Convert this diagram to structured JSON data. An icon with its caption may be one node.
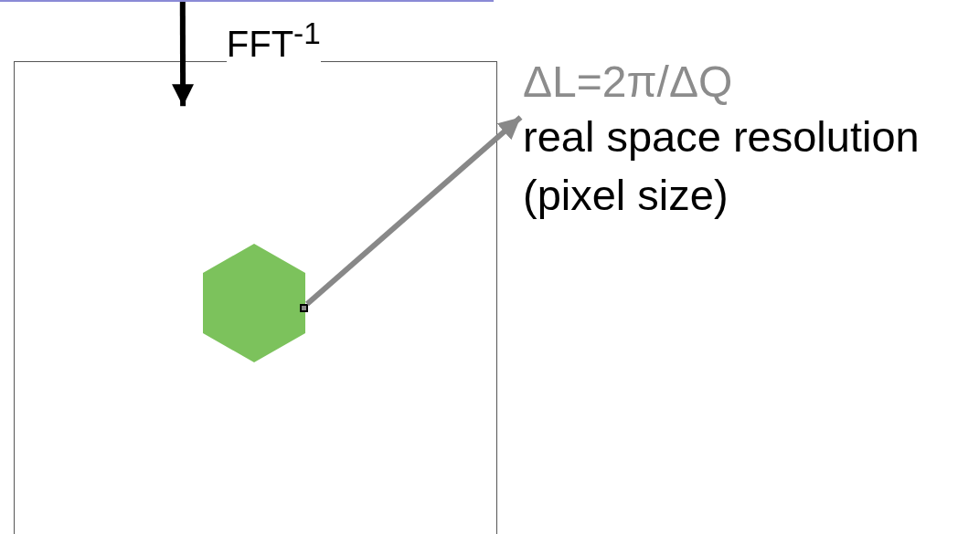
{
  "diagram": {
    "nodes": [
      {
        "text": [],
        "shape": "box"
      },
      {
        "text": [],
        "shape": "box"
      },
      {
        "text": [],
        "shape": "hexagon",
        "in": 1
      },
      {
        "text": [],
        "shape": "box",
        "in": 1
      },
      {
        "text": [
          "ΔL=2π/ΔQ",
          "real space resolution (pixel size)"
        ]
      }
    ],
    "edges": [
      {
        "from": 0,
        "to": 1,
        "arrow": "to",
        "label": "FFT$^{-1}$"
      },
      {
        "from": 3,
        "to": 4,
        "arrow": "to",
        "color": "#888888"
      }
    ]
  }
}
